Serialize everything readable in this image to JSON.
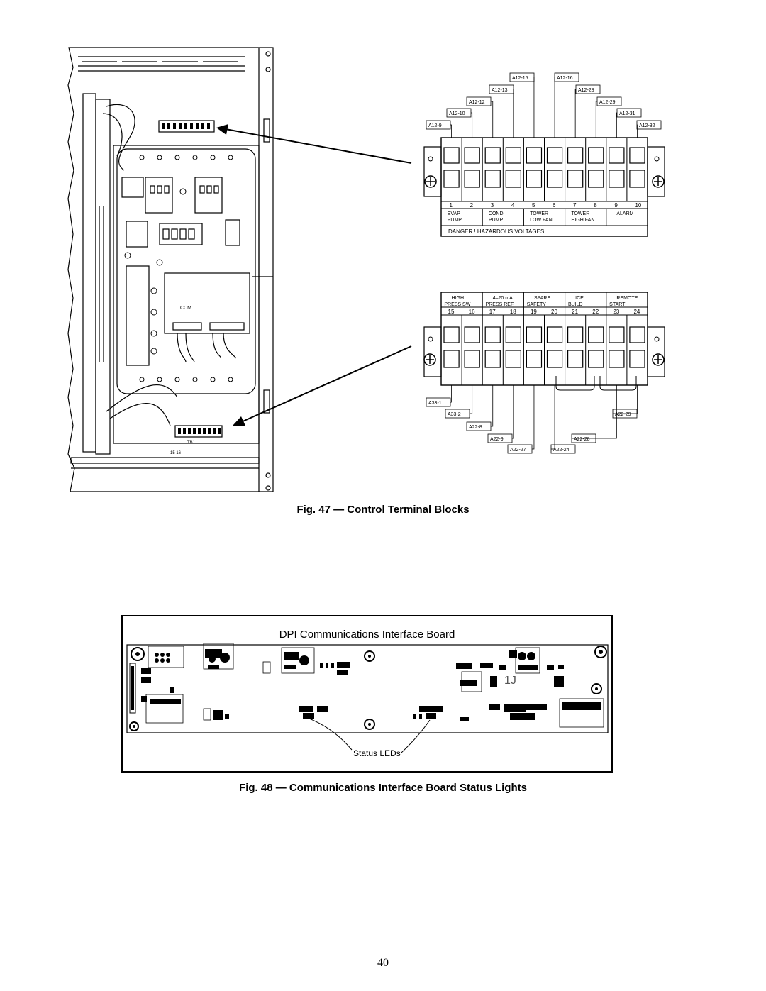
{
  "figure47": {
    "caption": "Fig. 47 — Control Terminal Blocks",
    "panel": {
      "ccm_label": "CCM",
      "tb1_label": "TB1",
      "tb1_terminals": "15 16"
    },
    "upper_block": {
      "wire_tags_top": [
        "A12-15",
        "A12-16",
        "A12-13",
        "A12-28",
        "A12-12",
        "A12-29",
        "A12-10",
        "A12-31",
        "A12-9",
        "A12-32"
      ],
      "terminal_numbers": [
        "1",
        "2",
        "3",
        "4",
        "5",
        "6",
        "7",
        "8",
        "9",
        "10"
      ],
      "function_labels": [
        [
          "EVAP",
          "PUMP"
        ],
        [
          "COND",
          "PUMP"
        ],
        [
          "TOWER",
          "LOW FAN"
        ],
        [
          "TOWER",
          "HIGH FAN"
        ],
        [
          "ALARM",
          ""
        ]
      ],
      "warning": "DANGER ! HAZARDOUS VOLTAGES"
    },
    "lower_block": {
      "function_labels": [
        [
          "HIGH",
          "PRESS SW"
        ],
        [
          "4–20 mA",
          "PRESS REF"
        ],
        [
          "SPARE",
          "SAFETY"
        ],
        [
          "ICE",
          "BUILD"
        ],
        [
          "REMOTE",
          "START"
        ]
      ],
      "terminal_numbers": [
        "15",
        "16",
        "17",
        "18",
        "19",
        "20",
        "21",
        "22",
        "23",
        "24"
      ],
      "wire_tags_bottom": [
        "A33-1",
        "A33-2",
        "A22-8",
        "A22-9",
        "A22-27",
        "A22-24",
        "A22-28",
        "A22-29"
      ]
    }
  },
  "figure48": {
    "board_title": "DPI Communications Interface Board",
    "callout": "Status LEDs",
    "silk_label": "1J",
    "caption": "Fig. 48 — Communications Interface Board Status Lights"
  },
  "page_number": "40"
}
